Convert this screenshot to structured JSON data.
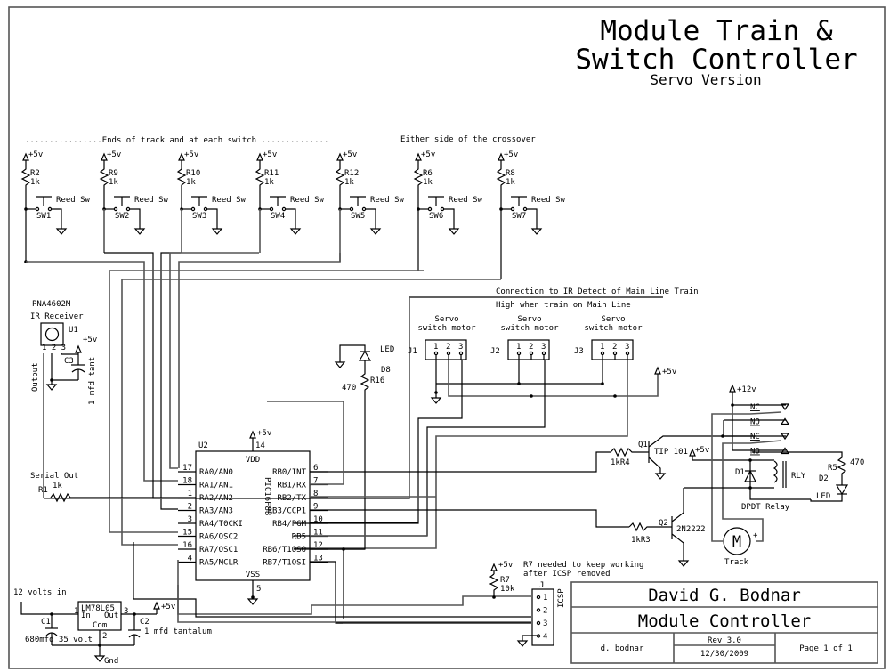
{
  "title": {
    "line1": "Module Train &",
    "line2": "Switch Controller",
    "subtitle": "Servo Version"
  },
  "notes": {
    "ends_of_track": "................Ends of track and at each switch ..............",
    "crossover": "Either side of the crossover",
    "ir_connection": "Connection to IR Detect of Main Line Train",
    "high_when": "High when train on Main Line",
    "serial_out": "Serial Out",
    "twelve_volts": "12 volts in",
    "r7_note_1": "R7 needed to keep working",
    "r7_note_2": "after ICSP removed",
    "output": "Output",
    "dpdt": "DPDT Relay",
    "track": "Track"
  },
  "power": {
    "v5": "+5v",
    "v12": "+12v",
    "gnd": "Gnd"
  },
  "reed_switches": [
    {
      "resistor": "R2",
      "value": "1k",
      "switch": "SW1",
      "label": "Reed Sw"
    },
    {
      "resistor": "R9",
      "value": "1k",
      "switch": "SW2",
      "label": "Reed Sw"
    },
    {
      "resistor": "R10",
      "value": "1k",
      "switch": "SW3",
      "label": "Reed Sw"
    },
    {
      "resistor": "R11",
      "value": "1k",
      "switch": "SW4",
      "label": "Reed Sw"
    },
    {
      "resistor": "R12",
      "value": "1k",
      "switch": "SW5",
      "label": "Reed Sw"
    },
    {
      "resistor": "R6",
      "value": "1k",
      "switch": "SW6",
      "label": "Reed Sw"
    },
    {
      "resistor": "R8",
      "value": "1k",
      "switch": "SW7",
      "label": "Reed Sw"
    }
  ],
  "ir_receiver": {
    "part": "PNA4602M",
    "desc": "IR Receiver",
    "ref": "U1",
    "pins": "1 2 3",
    "cap": "C3",
    "cap_value": "1 mfd tant"
  },
  "servos": [
    {
      "ref": "J1",
      "label1": "Servo",
      "label2": "switch motor",
      "pins": [
        "1",
        "2",
        "3"
      ]
    },
    {
      "ref": "J2",
      "label1": "Servo",
      "label2": "switch motor",
      "pins": [
        "1",
        "2",
        "3"
      ]
    },
    {
      "ref": "J3",
      "label1": "Servo",
      "label2": "switch motor",
      "pins": [
        "1",
        "2",
        "3"
      ]
    }
  ],
  "led_d8": {
    "ref": "D8",
    "label": "LED",
    "resistor": "R16",
    "value": "470"
  },
  "mcu": {
    "ref": "U2",
    "part": "PIC16F88",
    "vdd": "VDD",
    "vdd_pin": "14",
    "vss": "VSS",
    "vss_pin": "5",
    "left_pins": [
      {
        "num": "17",
        "name": "RA0/AN0"
      },
      {
        "num": "18",
        "name": "RA1/AN1"
      },
      {
        "num": "1",
        "name": "RA2/AN2"
      },
      {
        "num": "2",
        "name": "RA3/AN3"
      },
      {
        "num": "3",
        "name": "RA4/T0CKI"
      },
      {
        "num": "15",
        "name": "RA6/OSC2"
      },
      {
        "num": "16",
        "name": "RA7/OSC1"
      },
      {
        "num": "4",
        "name": "RA5/MCLR"
      }
    ],
    "right_pins": [
      {
        "num": "6",
        "name": "RB0/INT"
      },
      {
        "num": "7",
        "name": "RB1/RX"
      },
      {
        "num": "8",
        "name": "RB2/TX"
      },
      {
        "num": "9",
        "name": "RB3/CCP1"
      },
      {
        "num": "10",
        "name": "RB4/PGM"
      },
      {
        "num": "11",
        "name": "RB5"
      },
      {
        "num": "12",
        "name": "RB6/T1OSO"
      },
      {
        "num": "13",
        "name": "RB7/T1OSI"
      }
    ]
  },
  "serial_resistor": {
    "ref": "R1",
    "value": "1k"
  },
  "regulator": {
    "part": "LM78L05",
    "in": "In",
    "out": "Out",
    "com": "Com",
    "pin_in": "1",
    "pin_out": "3",
    "pin_com": "2",
    "c1": "C1",
    "c1_value": "680mfd 35 volt",
    "c2": "C2",
    "c2_value": "1 mfd tantalum"
  },
  "icsp": {
    "ref": "J",
    "label": "ICSP",
    "pins": [
      "1",
      "2",
      "3",
      "4"
    ],
    "resistor": "R7",
    "value": "10k"
  },
  "driver": {
    "q1": "Q1",
    "q1_part": "TIP 101",
    "r4": "1kR4",
    "q2": "Q2",
    "q2_part": "2N2222",
    "r3": "1kR3",
    "d1": "D1",
    "rly": "RLY",
    "r5": "R5",
    "r5_value": "470",
    "d2": "D2",
    "led": "LED",
    "contacts": [
      "NC",
      "NO",
      "NC",
      "NO"
    ],
    "motor": "M"
  },
  "title_block": {
    "author": "David G. Bodnar",
    "name": "Module Controller",
    "drawn_by": "d. bodnar",
    "rev": "Rev 3.0",
    "date": "12/30/2009",
    "page": "Page 1 of 1"
  }
}
